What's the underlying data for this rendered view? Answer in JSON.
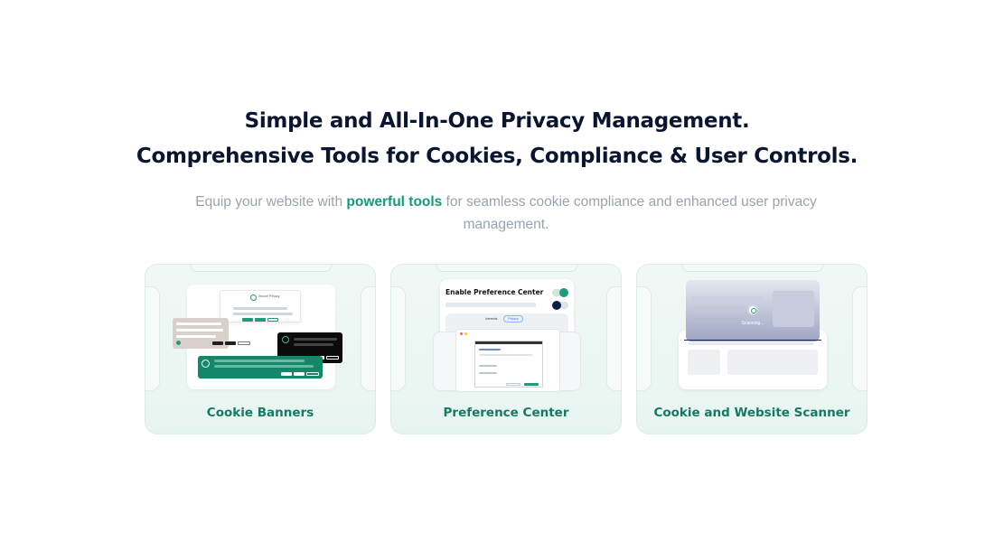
{
  "headline": {
    "line1": "Simple and All-In-One Privacy Management.",
    "line2": "Comprehensive Tools for Cookies, Compliance & User Controls."
  },
  "subtitle": {
    "before": "Equip your website with ",
    "highlight": "powerful tools",
    "after": " for seamless cookie compliance and enhanced user privacy management."
  },
  "cards": [
    {
      "label": "Cookie Banners",
      "mini_brand": "Secure Privacy"
    },
    {
      "label": "Preference Center",
      "mini_title": "Enable Preference Center",
      "mini_tabs": [
        "Interests",
        "Privacy"
      ]
    },
    {
      "label": "Cookie and Website Scanner",
      "scan_status": "Scanning..."
    }
  ],
  "colors": {
    "accent": "#159a76",
    "heading": "#0a1630",
    "muted": "#9aa3ad",
    "card_bg": "#e9f6f2"
  }
}
